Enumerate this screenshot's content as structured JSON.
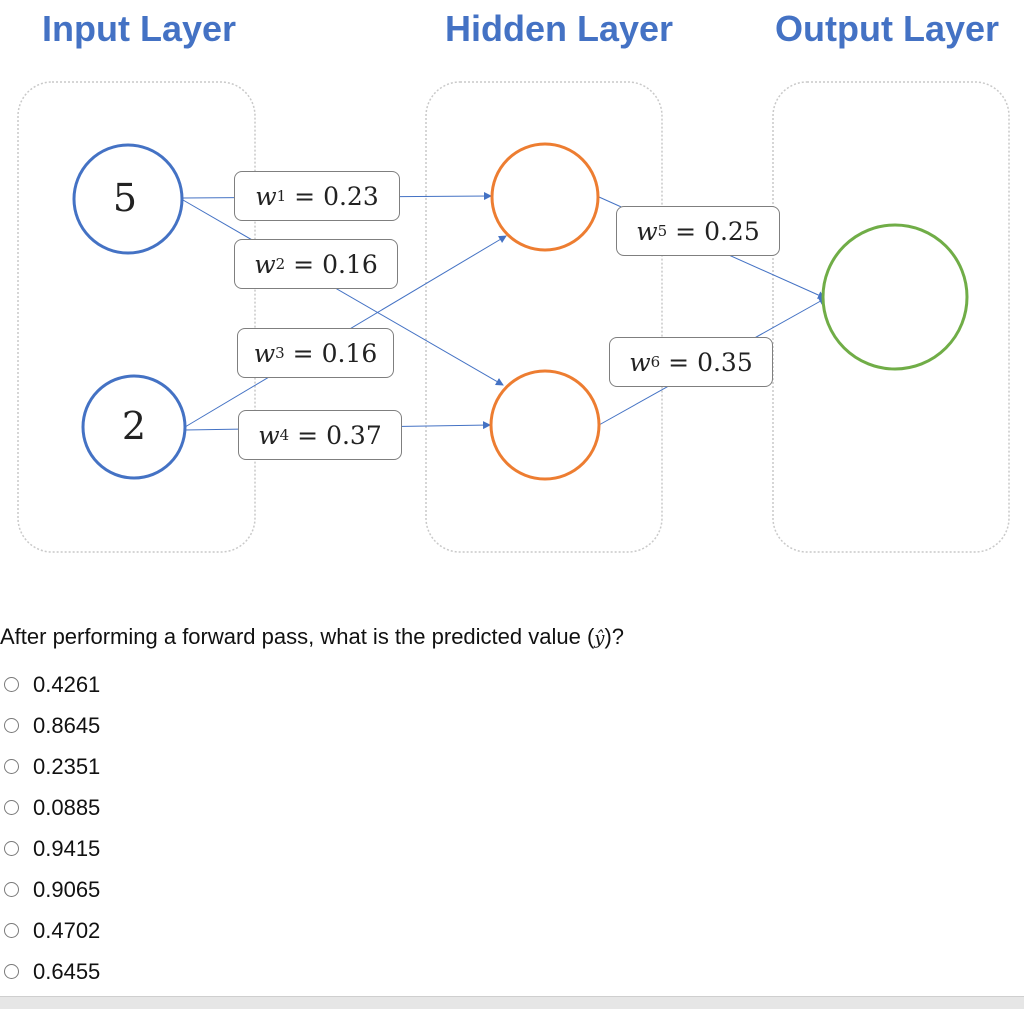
{
  "layers": {
    "input_title": "Input Layer",
    "hidden_title": "Hidden Layer",
    "output_title": "Output Layer"
  },
  "inputs": {
    "x1": "5",
    "x2": "2"
  },
  "weights": {
    "w1": {
      "symbol": "w",
      "sub": "1",
      "value": "= 0.23"
    },
    "w2": {
      "symbol": "w",
      "sub": "2",
      "value": "= 0.16"
    },
    "w3": {
      "symbol": "w",
      "sub": "3",
      "value": "= 0.16"
    },
    "w4": {
      "symbol": "w",
      "sub": "4",
      "value": "= 0.37"
    },
    "w5": {
      "symbol": "w",
      "sub": "5",
      "value": "= 0.25"
    },
    "w6": {
      "symbol": "w",
      "sub": "6",
      "value": "= 0.35"
    }
  },
  "colors": {
    "title": "#4472c4",
    "input_node": "#4472c4",
    "hidden_node": "#ed7d31",
    "output_node": "#70ad47",
    "edge": "#4472c4"
  },
  "question": {
    "text": "After performing a forward pass, what is the predicted value (",
    "symbol": "ŷ",
    "suffix": ")?"
  },
  "options": [
    "0.4261",
    "0.8645",
    "0.2351",
    "0.0885",
    "0.9415",
    "0.9065",
    "0.4702",
    "0.6455"
  ]
}
